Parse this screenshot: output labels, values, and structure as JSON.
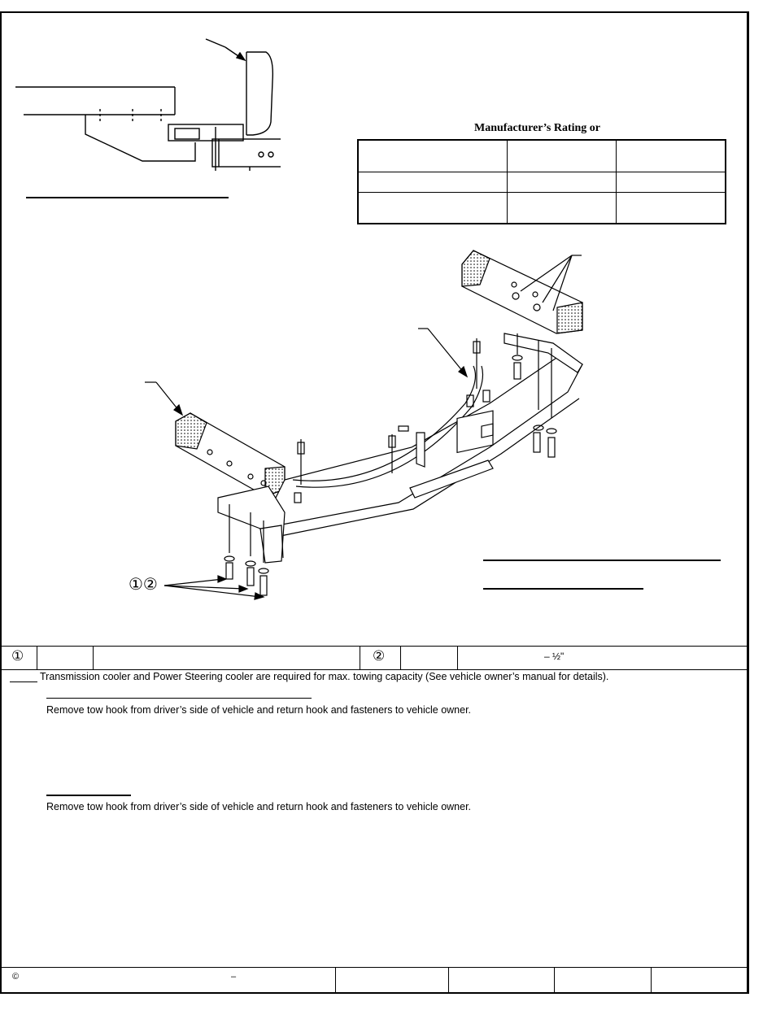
{
  "rating": {
    "title": "Manufacturer’s Rating or",
    "rows": [
      [
        "",
        "",
        ""
      ],
      [
        "",
        "",
        ""
      ],
      [
        "",
        "",
        ""
      ]
    ]
  },
  "callout": {
    "numbers": "①②"
  },
  "parts": {
    "item1_marker": "①",
    "item2_marker": "②",
    "item2_desc": "– ½\""
  },
  "notes": {
    "cooler_note": "Transmission cooler and Power Steering cooler are required for max. towing capacity (See vehicle owner’s manual for details).",
    "step1_text": "Remove tow hook from driver’s side of vehicle and return hook and fasteners to vehicle owner.",
    "step2_text": "Remove tow hook from driver’s side of vehicle and return hook and fasteners to vehicle owner."
  },
  "footer": {
    "copyright": "©",
    "dash": "–"
  }
}
